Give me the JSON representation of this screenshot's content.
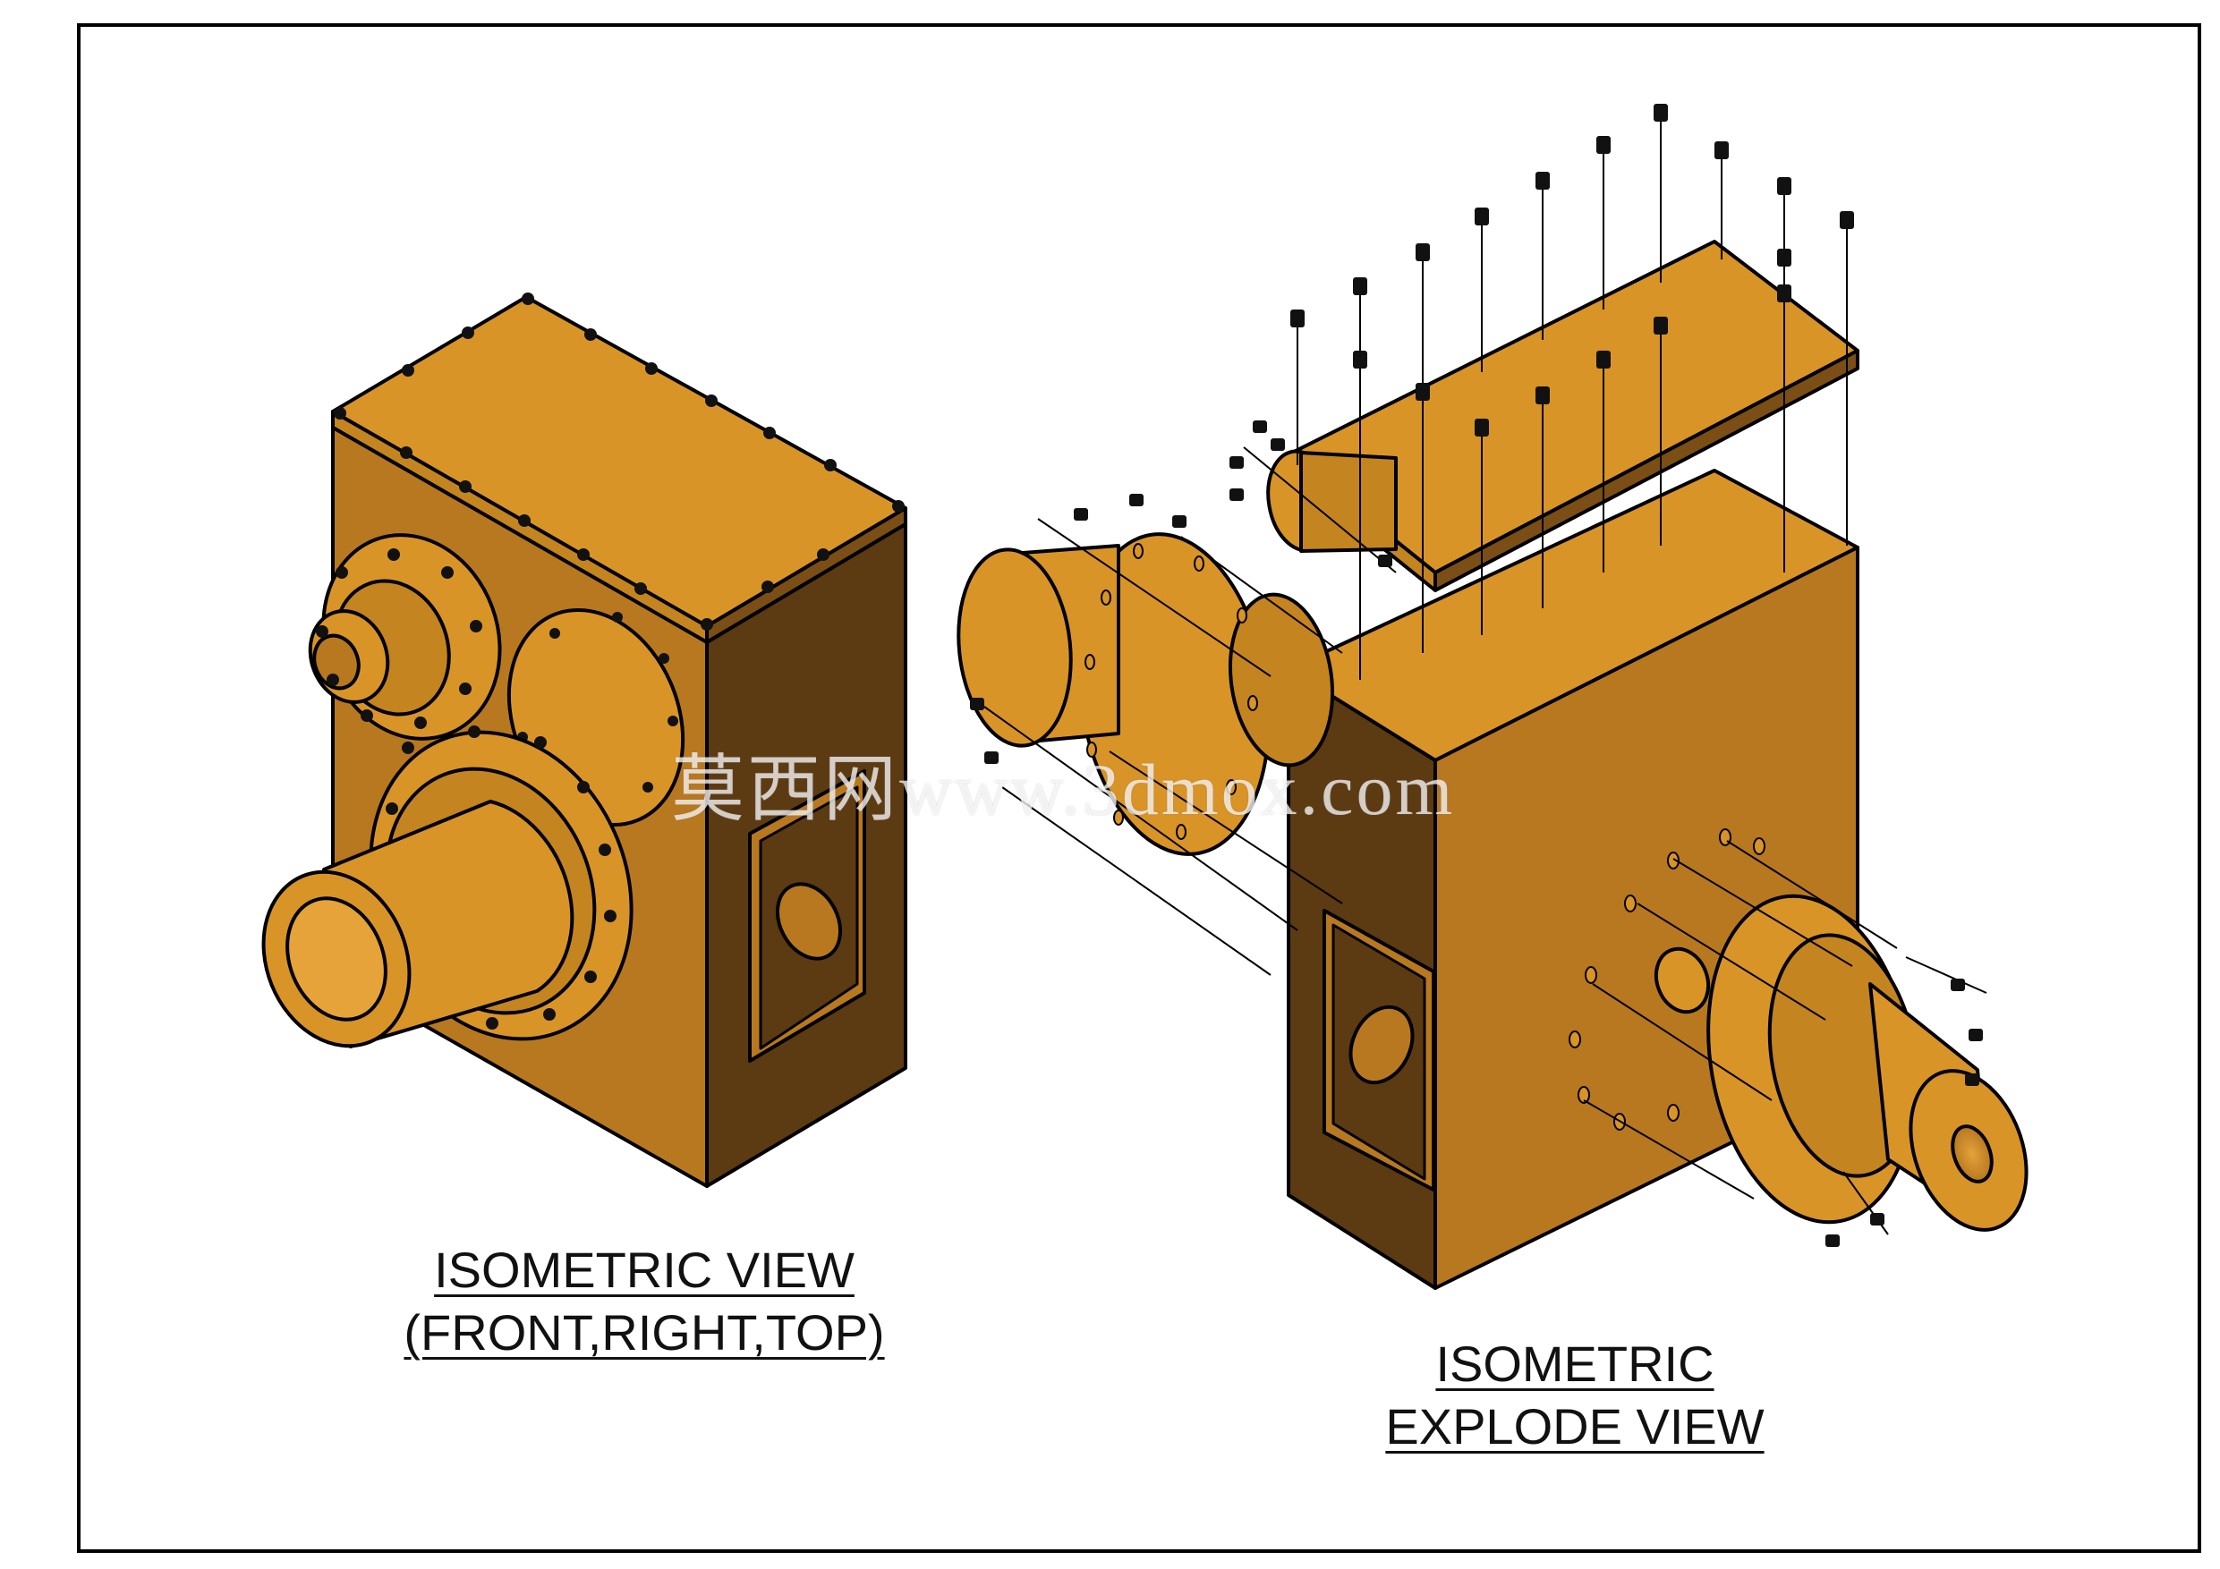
{
  "drawing": {
    "caption_left_line1": "ISOMETRIC VIEW",
    "caption_left_line2": "(FRONT,RIGHT,TOP)",
    "caption_right_line1": "ISOMETRIC",
    "caption_right_line2": "EXPLODE VIEW",
    "watermark_cjk": "莫西网",
    "watermark_url": "www.3dmox.com"
  },
  "colors": {
    "top_face": "#d99428",
    "left_face": "#b87820",
    "dark_face": "#5c3a12",
    "outline": "#000000",
    "frame": "#000000",
    "background": "#ffffff"
  }
}
